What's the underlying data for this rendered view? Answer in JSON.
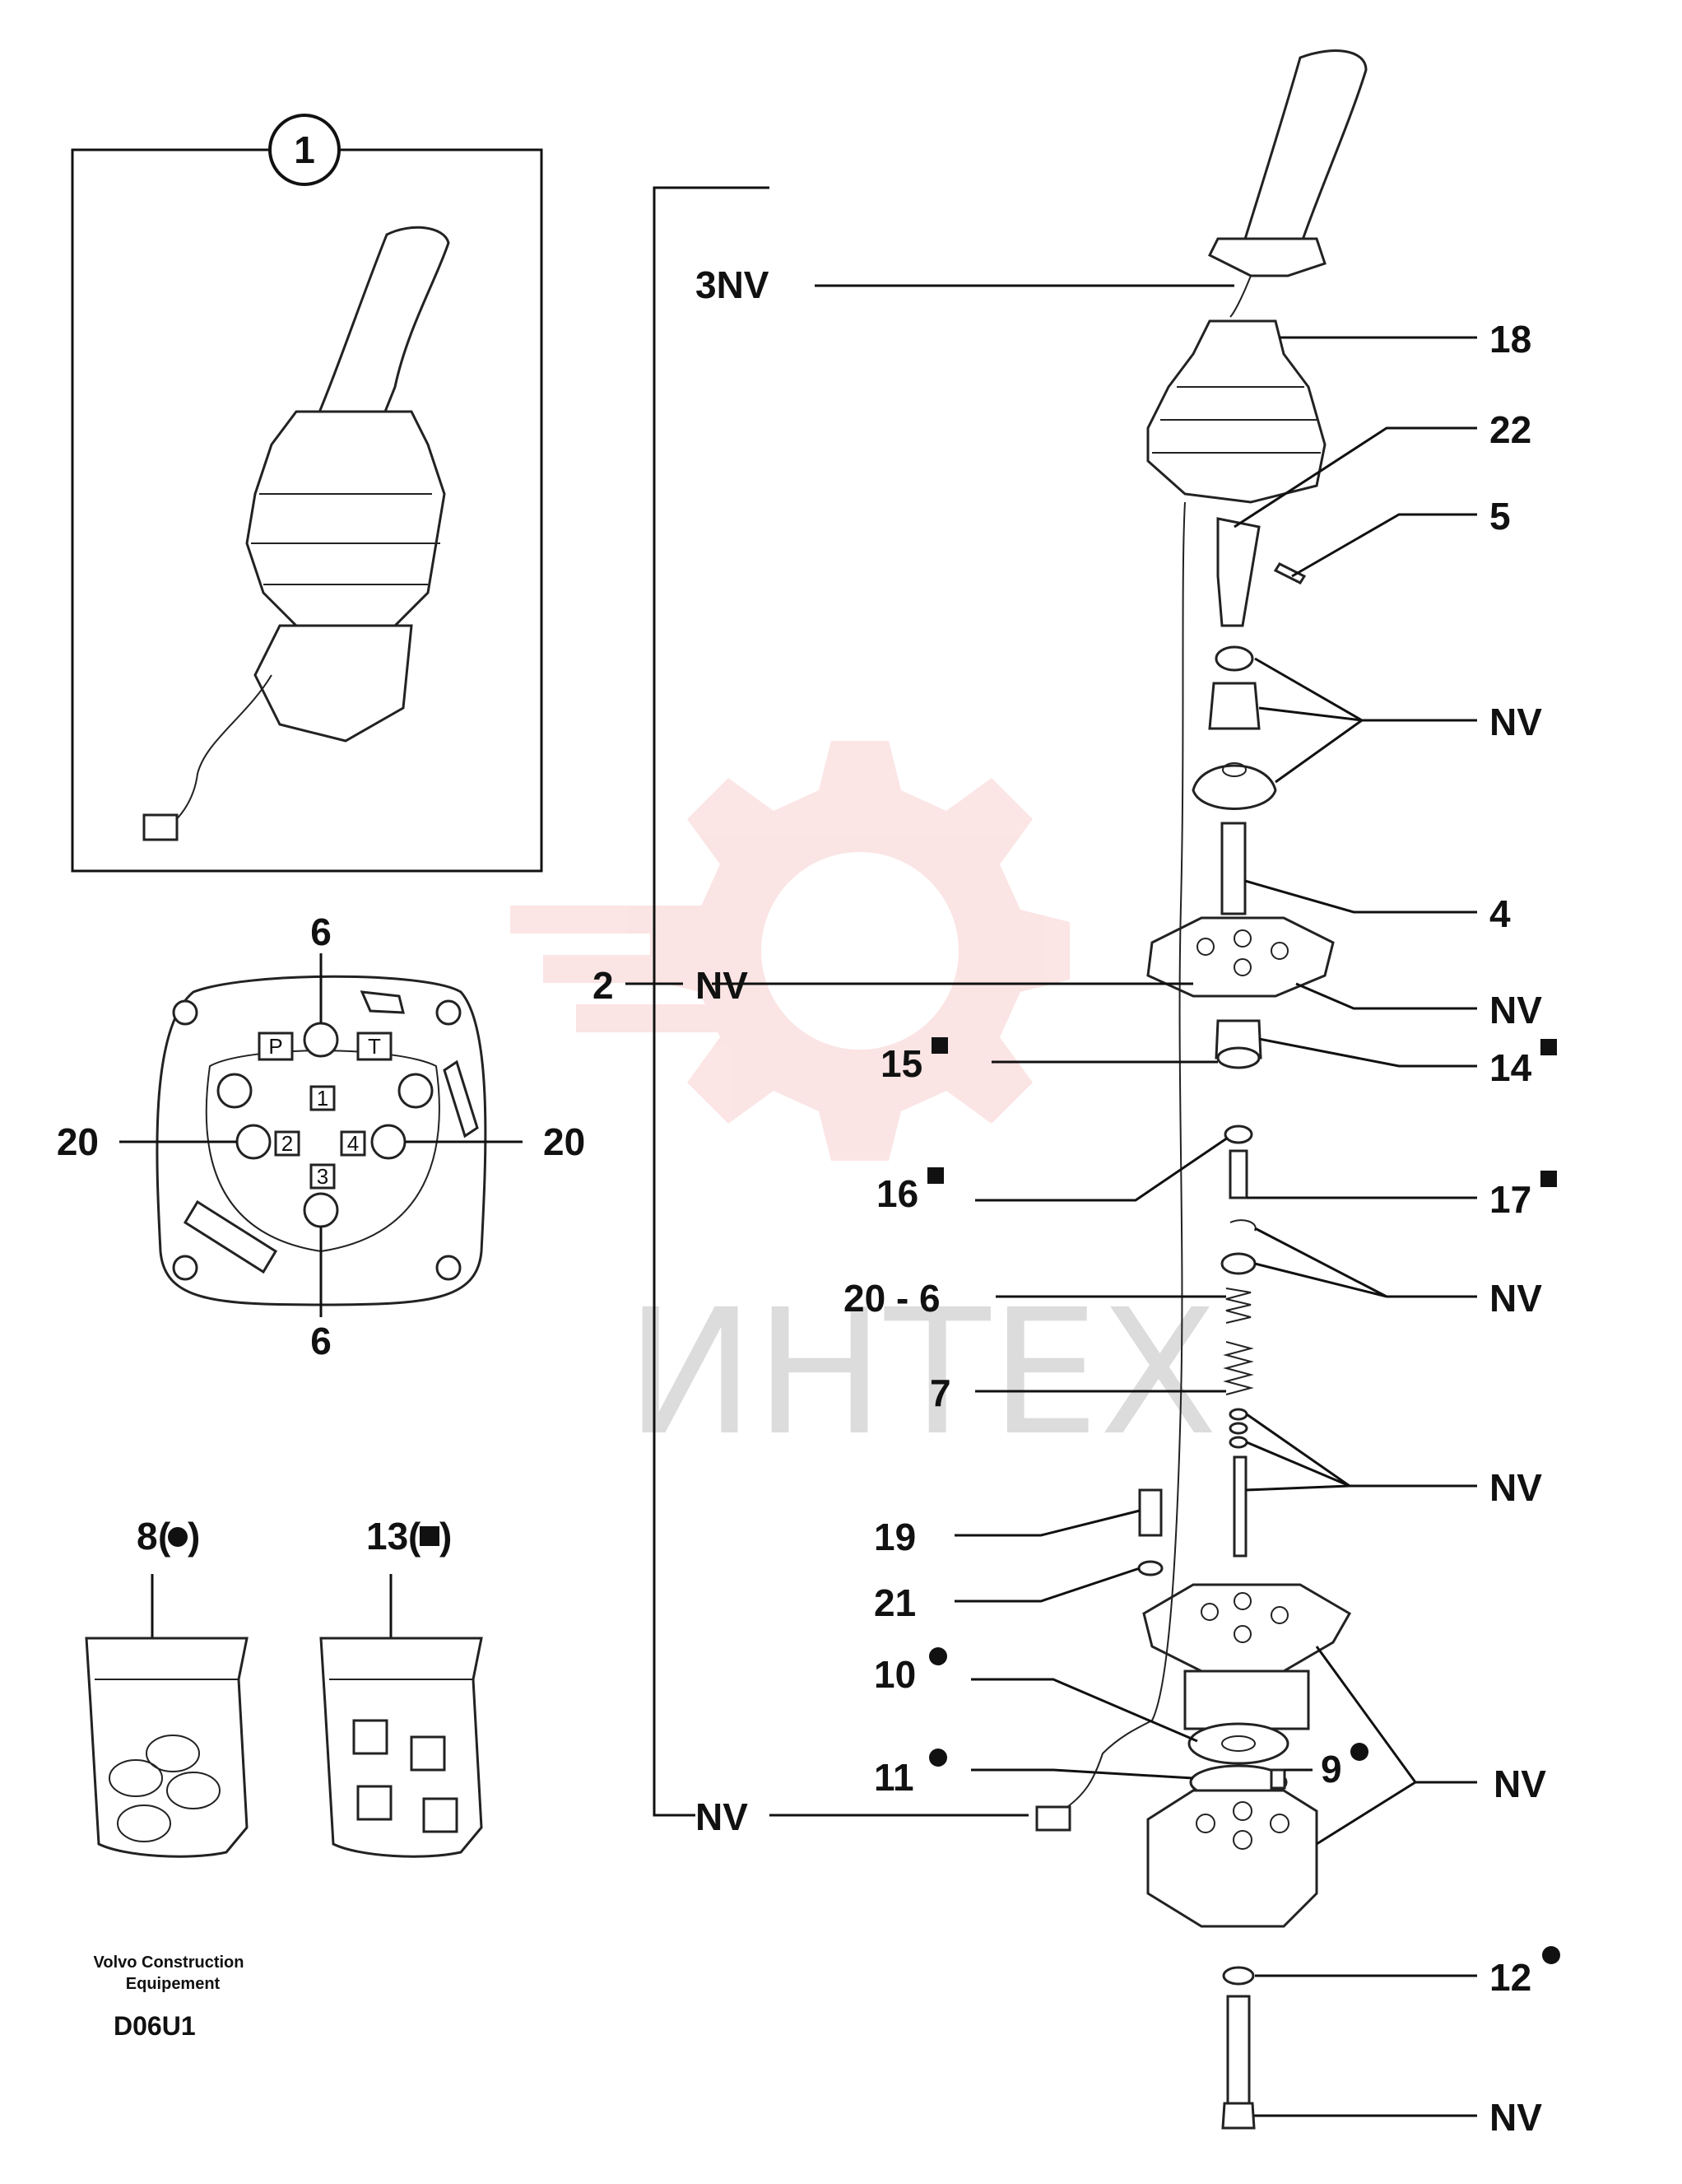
{
  "detail_circle_label": "1",
  "port_labels": {
    "p": "P",
    "t": "T",
    "n1": "1",
    "n2": "2",
    "n3": "3",
    "n4": "4"
  },
  "port_callouts": {
    "top": "6",
    "bottom": "6",
    "left": "20",
    "right": "20"
  },
  "kits": {
    "kit8": {
      "number": "8",
      "marker": "circle"
    },
    "kit13": {
      "number": "13",
      "marker": "square"
    }
  },
  "callouts": [
    {
      "id": "3NV",
      "text": "3NV"
    },
    {
      "id": "18",
      "text": "18"
    },
    {
      "id": "22",
      "text": "22"
    },
    {
      "id": "5",
      "text": "5"
    },
    {
      "id": "NV-a",
      "text": "NV"
    },
    {
      "id": "4",
      "text": "4"
    },
    {
      "id": "2NV-num",
      "text": "2"
    },
    {
      "id": "2NV-nv",
      "text": "NV"
    },
    {
      "id": "NV-b",
      "text": "NV"
    },
    {
      "id": "15",
      "text": "15",
      "marker": "square"
    },
    {
      "id": "14",
      "text": "14",
      "marker": "square"
    },
    {
      "id": "16",
      "text": "16",
      "marker": "square"
    },
    {
      "id": "17",
      "text": "17",
      "marker": "square"
    },
    {
      "id": "20-6",
      "text": "20 - 6"
    },
    {
      "id": "NV-c",
      "text": "NV"
    },
    {
      "id": "7",
      "text": "7"
    },
    {
      "id": "NV-d",
      "text": "NV"
    },
    {
      "id": "19",
      "text": "19"
    },
    {
      "id": "21",
      "text": "21"
    },
    {
      "id": "10",
      "text": "10",
      "marker": "circle"
    },
    {
      "id": "11",
      "text": "11",
      "marker": "circle"
    },
    {
      "id": "9",
      "text": "9",
      "marker": "circle"
    },
    {
      "id": "NV-e",
      "text": "NV"
    },
    {
      "id": "NV-f",
      "text": "NV"
    },
    {
      "id": "12",
      "text": "12",
      "marker": "circle"
    },
    {
      "id": "NV-g",
      "text": "NV"
    }
  ],
  "watermark": "ИНТЕХ",
  "footer": {
    "company_line1": "Volvo Construction",
    "company_line2": "Equipement",
    "code": "D06U1"
  }
}
